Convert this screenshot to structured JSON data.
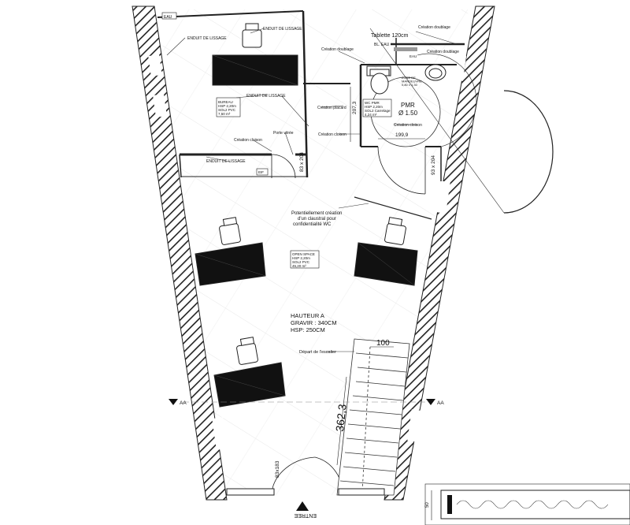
{
  "labels": {
    "eau_top": "EAU",
    "enduit_lissage_1": "ENDUIT DE LISSAGE",
    "enduit_lissage_2": "ENDUIT DE LISSAGE",
    "enduit_lissage_3": "ENDUIT DE LISSAGE",
    "enduit_lissage_4": "ENDUIT DE LISSAGE",
    "bureau_room": [
      "BUREAU",
      "HSP 2,20m",
      "SOL2 PVC",
      "7,50 m²"
    ],
    "creation_doublage_1": "Création doublage",
    "creation_doublage_2": "Création doublage",
    "creation_doublage_3": "Création doublage",
    "tablette": "Tablette 120cm",
    "bl_eau": "BL. EAU",
    "eau_small": "EAU",
    "wc_pmr_room": [
      "WC PMR",
      "HSP 2,20m",
      "SOL2 Carrelage",
      "4,24 m²"
    ],
    "zone_manoeuvre": [
      "ZONE DE",
      "MANOEUVRE",
      "0,80 x 1,30"
    ],
    "pmr_title": "PMR",
    "pmr_diameter": "Ø 1.50",
    "creation_placard": "Création placard",
    "creation_cloison_1": "Création cloison",
    "creation_cloison_2": "Création cloison",
    "creation_cloison_3": "Création cloison",
    "porte_vitree": "Porte vitrée",
    "dim_207": "207,3",
    "dim_199": "199,9",
    "door_83_204": "83 x 204",
    "door_93_204": "93 x 204",
    "claustral_note": [
      "Potentiellement création",
      "d'un claustral pour",
      "confidentialité WC"
    ],
    "openspace_room": [
      "OPEN SPACE",
      "HSP 2,20m",
      "SOL2 PVC",
      "45,20 m²"
    ],
    "hauteur_note": [
      "HAUTEUR A",
      "GRAVIR : 340CM",
      "HSP: 250CM"
    ],
    "depart_escalier": "Départ de l'escalier",
    "dim_100": "100",
    "dim_362": "362,3",
    "section_aa_left": "AA",
    "section_aa_right": "AA",
    "door_83_183": "83x183",
    "entree": "ENTREE",
    "detail_dim_50": "50",
    "small_box": "EIF"
  }
}
